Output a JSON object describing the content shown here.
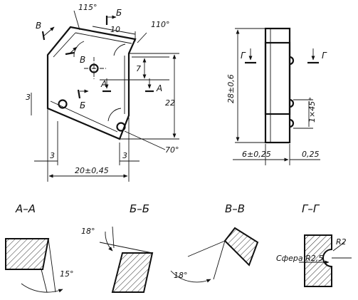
{
  "view_front": {
    "angle_top": "115°",
    "angle_right_top": "110°",
    "angle_right_bottom": "70°",
    "dim_top_width": "10",
    "dim_hole_offset": "7",
    "dim_height": "22",
    "dim_left_small": "3",
    "dim_bottom_left": "3",
    "dim_bottom_right": "3",
    "dim_total_width": "20±0,45",
    "cut_v": "В",
    "cut_b": "Б",
    "cut_a": "А"
  },
  "view_side": {
    "cut_g": "Г",
    "dim_height": "28±0,6",
    "dim_chamfer": "1×45°",
    "dim_width": "6±0,25",
    "dim_offset": "0,25"
  },
  "sections": {
    "a_a": {
      "title": "А–А",
      "angle": "15°"
    },
    "b_b": {
      "title": "Б–Б",
      "angle": "18°"
    },
    "v_v": {
      "title": "В–В",
      "angle": "18°"
    },
    "g_g": {
      "title": "Г–Г",
      "radius": "R2",
      "sphere": "Сфера R2,5"
    }
  }
}
